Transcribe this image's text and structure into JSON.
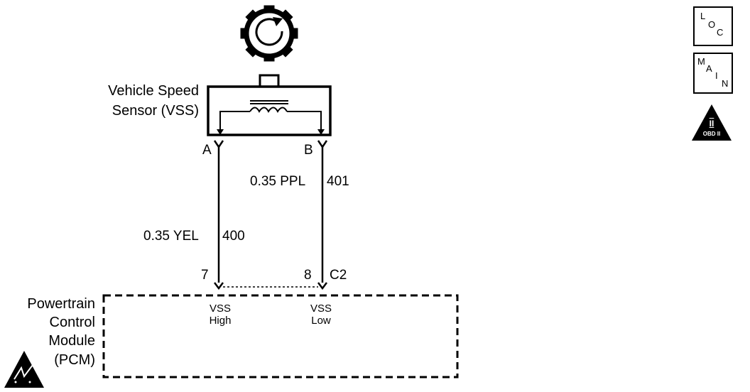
{
  "sensor": {
    "name_line1": "Vehicle Speed",
    "name_line2": "Sensor (VSS)",
    "terminal_a": "A",
    "terminal_b": "B"
  },
  "wires": [
    {
      "size_color": "0.35 YEL",
      "circuit": "400"
    },
    {
      "size_color": "0.35 PPL",
      "circuit": "401"
    }
  ],
  "pcm": {
    "name_lines": [
      "Powertrain",
      "Control",
      "Module",
      "(PCM)"
    ],
    "pin_high": "7",
    "pin_low": "8",
    "connector": "C2",
    "input_high_line1": "VSS",
    "input_high_line2": "High",
    "input_low_line1": "VSS",
    "input_low_line2": "Low"
  },
  "side_icons": {
    "loc": {
      "l": "L",
      "o": "O",
      "c": "C"
    },
    "main": {
      "m": "M",
      "a": "A",
      "i": "I",
      "n": "N"
    },
    "obd": {
      "numeral": "II",
      "caption": "OBD II"
    }
  },
  "icons": [
    "rotation-gear-icon",
    "esd-warning-icon",
    "obd-ii-icon"
  ]
}
